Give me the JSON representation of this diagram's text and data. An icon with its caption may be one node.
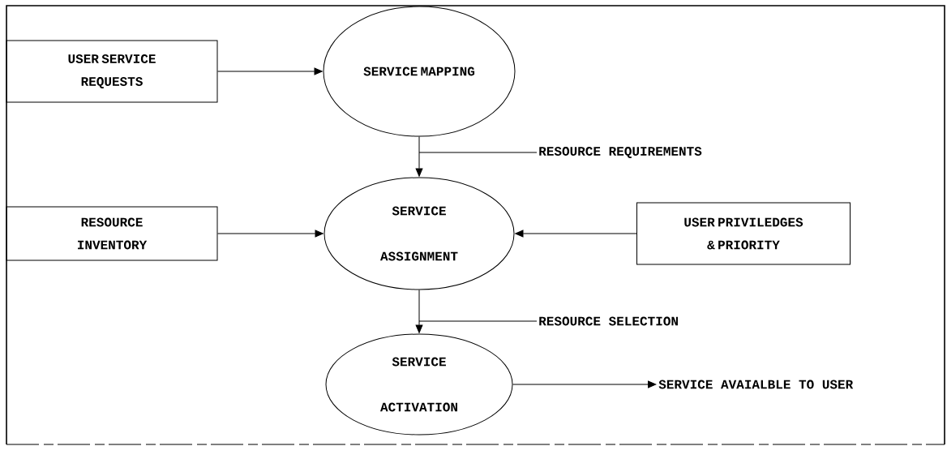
{
  "diagram": {
    "nodes": [
      {
        "text": [
          "USER SERVICE REQUESTS"
        ]
      },
      {
        "text": [
          "SERVICE MAPPING"
        ]
      },
      {
        "text": [
          "RESOURCE REQUIREMENTS"
        ]
      },
      {
        "text": [
          "RESOURCE INVENTORY"
        ]
      },
      {
        "text": [
          "SERVICE ASSIGNMENT"
        ]
      },
      {
        "text": [
          "USER PRIVILEDGES & PRIORITY"
        ]
      },
      {
        "text": [
          "RESOURCE SELECTION"
        ]
      },
      {
        "text": [
          "SERVICE ACTIVATION"
        ]
      },
      {
        "text": [
          "SERVICE AVAIALBLE TO USER"
        ]
      }
    ],
    "edges": [
      {
        "from": 0,
        "to": 1,
        "arrow": "to"
      },
      {
        "from": 1,
        "to": 4,
        "arrow": "to"
      },
      {
        "from": 2,
        "to": null,
        "arrow": "none"
      },
      {
        "from": 3,
        "to": 4,
        "arrow": "to"
      },
      {
        "from": 5,
        "to": 4,
        "arrow": "to"
      },
      {
        "from": 4,
        "to": 7,
        "arrow": "to"
      },
      {
        "from": 6,
        "to": null,
        "arrow": "none"
      },
      {
        "from": 7,
        "to": 8,
        "arrow": "to"
      }
    ]
  }
}
